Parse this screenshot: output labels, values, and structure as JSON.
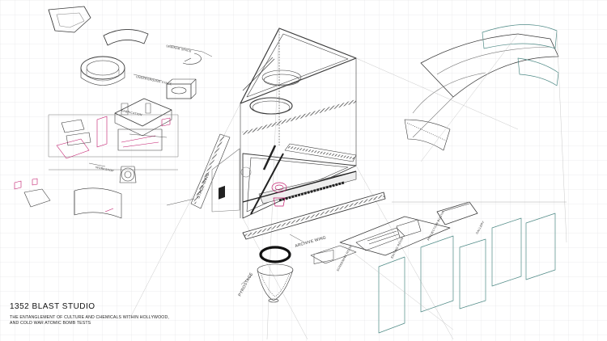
{
  "title": "1352 BLAST STUDIO",
  "subtitle_lines": [
    "THE ENTANGLEMENT OF CULTURE AND CHEMICALS WITHIN HOLLYWOOD,",
    "AND COLD WAR ATOMIC BOMB TESTS"
  ],
  "labels": {
    "seminar_space": "SEMINAR SPACE",
    "underground_stage": "UNDERGROUND STAGE",
    "fabrication": "FABRICATION",
    "workshop": "WORKSHOP",
    "stage_wing": "STAGE WING",
    "archive_wing": "ARCHIVE WING",
    "pyrostage": "PYROSTAGE",
    "screening_room": "SCREENING ROOM",
    "gallery": "GALLERY",
    "editing_room": "EDITING ROOM",
    "projection_booth": "PROJECTION BOOTH"
  },
  "colors": {
    "line": "#3a3a3a",
    "grid": "#d9d9dc",
    "accent": "#c2186b",
    "glass": "#4f8a86"
  }
}
